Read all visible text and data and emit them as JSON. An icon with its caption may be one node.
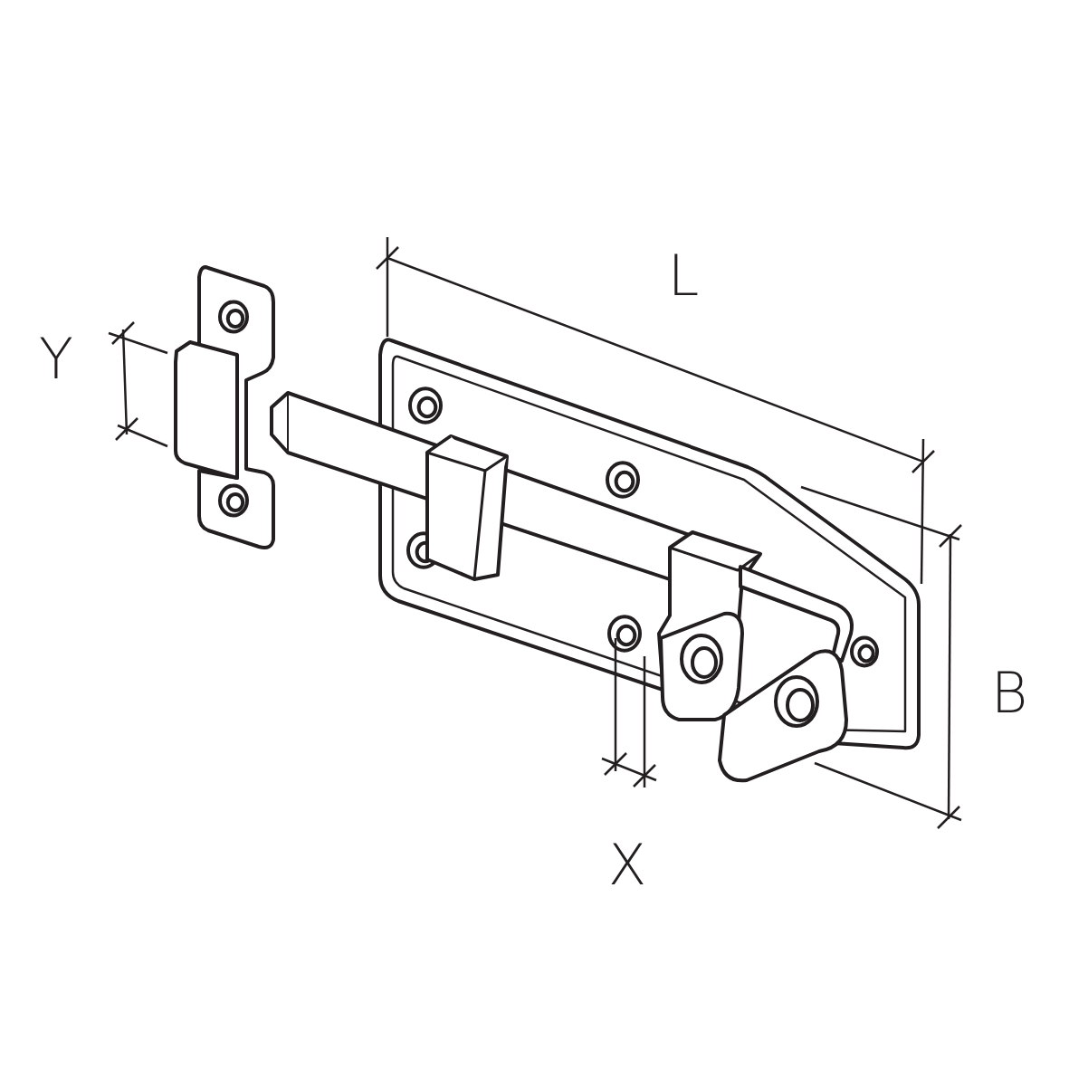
{
  "diagram": {
    "labels": [
      "L",
      "Y",
      "B",
      "X"
    ]
  }
}
